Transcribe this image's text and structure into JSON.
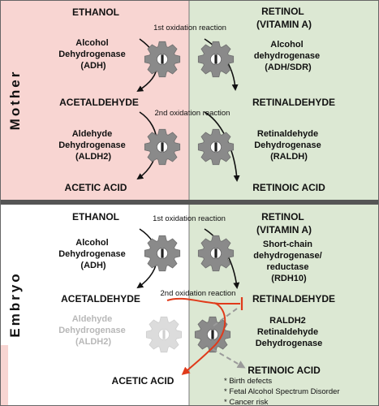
{
  "colors": {
    "mother_left_bg": "#f8d5d2",
    "right_bg": "#dce8d3",
    "mother_label": "#b33a2c",
    "embryo_label": "#2a8a8a",
    "inhibit": "#e03a1a",
    "gear": "#8a8a8a",
    "gear_faded": "#d8d8d8",
    "faded_text": "#b8b8b8",
    "dashed": "#9a9a9a"
  },
  "mother": {
    "label": "Mother",
    "left": {
      "substrate": "ETHANOL",
      "enzyme1": [
        "Alcohol",
        "Dehydrogenase",
        "(ADH)"
      ],
      "intermediate": "ACETALDEHYDE",
      "enzyme2": [
        "Aldehyde",
        "Dehydrogenase",
        "(ALDH2)"
      ],
      "product": "ACETIC ACID"
    },
    "right": {
      "substrate": [
        "RETINOL",
        "(VITAMIN A)"
      ],
      "enzyme1": [
        "Alcohol",
        "dehydrogenase",
        "(ADH/SDR)"
      ],
      "intermediate": "RETINALDEHYDE",
      "enzyme2": [
        "Retinaldehyde",
        "Dehydrogenase",
        "(RALDH)"
      ],
      "product": "RETINOIC ACID"
    },
    "reaction1": "1st oxidation reaction",
    "reaction2": "2nd oxidation reaction"
  },
  "embryo": {
    "label": "Embryo",
    "left": {
      "substrate": "ETHANOL",
      "enzyme1": [
        "Alcohol",
        "Dehydrogenase",
        "(ADH)"
      ],
      "intermediate": "ACETALDEHYDE",
      "enzyme2": [
        "Aldehyde",
        "Dehydrogenase",
        "(ALDH2)"
      ],
      "product": "ACETIC ACID"
    },
    "right": {
      "substrate": [
        "RETINOL",
        "(VITAMIN A)"
      ],
      "enzyme1": [
        "Short-chain",
        "dehydrogenase/",
        "reductase",
        "(RDH10)"
      ],
      "intermediate": "RETINALDEHYDE",
      "enzyme2": [
        "RALDH2",
        "Retinaldehyde",
        "Dehydrogenase"
      ],
      "product": "RETINOIC ACID"
    },
    "reaction1": "1st oxidation reaction",
    "reaction2": "2nd oxidation reaction",
    "effects": [
      "* Birth defects",
      "* Fetal Alcohol Spectrum Disorder",
      "* Cancer risk"
    ]
  }
}
